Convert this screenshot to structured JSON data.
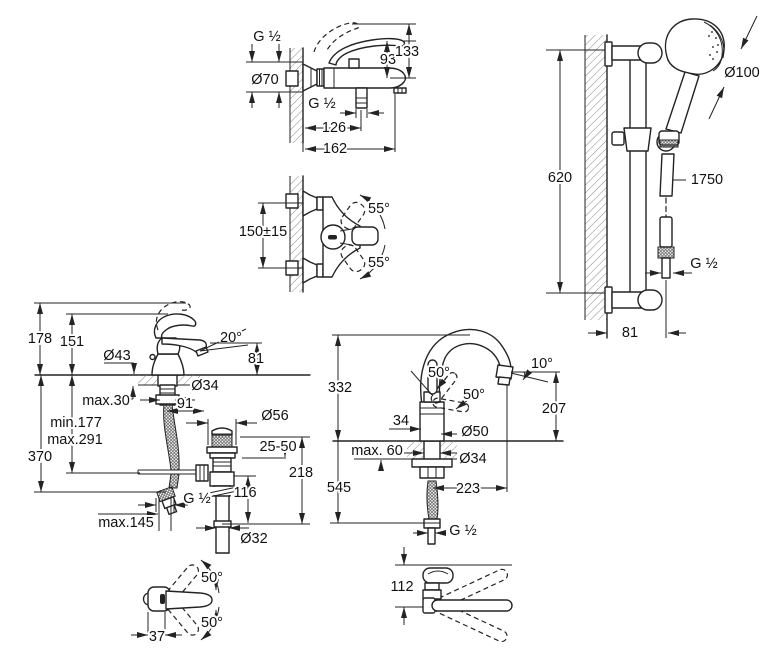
{
  "colors": {
    "ink": "#232323",
    "hatch": "#8a8a8a",
    "text": "#111111",
    "background": "#ffffff"
  },
  "views": {
    "bath_shower_mixer": {
      "labels": {
        "thread_top": "G ½",
        "escutcheon_diameter": "Ø70",
        "lever_height": "93",
        "total_height": "133",
        "outlet_depth": "126",
        "total_depth": "162",
        "shower_thread": "G ½"
      }
    },
    "wall_mixer_top": {
      "labels": {
        "connection_spacing": "150±15",
        "lever_angle_up": "55°",
        "lever_angle_down": "55°"
      }
    },
    "shower_rail_set": {
      "labels": {
        "head_diameter": "Ø100",
        "rail_height": "620",
        "hose_length": "1750",
        "hose_thread": "G ½",
        "wall_distance": "81"
      }
    },
    "basin_mixer": {
      "labels": {
        "total_height": "178",
        "lever_height": "151",
        "body_diameter": "Ø43",
        "spout_angle": "20°",
        "spout_height": "81",
        "shank_diameter": "Ø34",
        "deck_max": "max.30",
        "rod_offset": "91",
        "hose_min": "min.177",
        "hose_max": "max.291",
        "below_deck": "370",
        "waste_diameter": "Ø56",
        "clamp_range": "25-50",
        "waste_depth": "218",
        "tailpipe_length": "116",
        "hose_thread": "G ½",
        "hose_reach": "max.145",
        "tailpipe_diameter": "Ø32"
      }
    },
    "kitchen_mixer": {
      "labels": {
        "spout_height": "332",
        "lever_angle_front": "50°",
        "lever_angle_side": "50°",
        "outlet_angle": "10°",
        "outlet_height": "207",
        "body_offset": "34",
        "body_diameter": "Ø50",
        "deck_max": "max. 60",
        "shank_diameter": "Ø34",
        "total_height": "545",
        "spout_reach": "223",
        "hose_thread": "G ½"
      }
    },
    "kitchen_mixer_top": {
      "labels": {
        "body_depth": "112"
      }
    },
    "basin_lever_top": {
      "labels": {
        "swing_up": "50°",
        "swing_down": "50°",
        "lever_width": "37"
      }
    }
  }
}
